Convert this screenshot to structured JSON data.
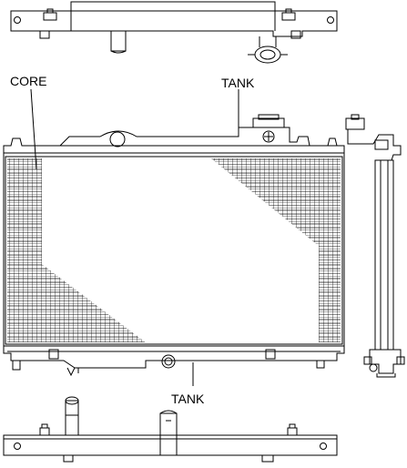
{
  "labels": {
    "core": "CORE",
    "tank_upper": "TANK",
    "tank_lower": "TANK"
  },
  "colors": {
    "line": "#000000",
    "background": "#ffffff"
  }
}
